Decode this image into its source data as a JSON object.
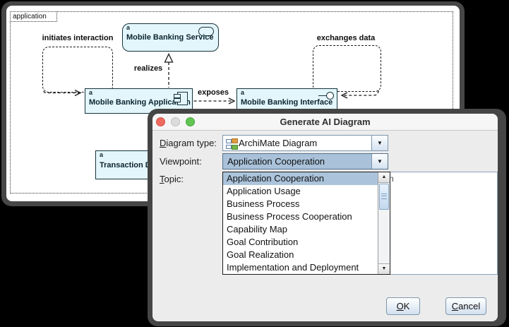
{
  "diagram": {
    "group_label": "application",
    "elements": {
      "service": {
        "marker": "a",
        "name": "Mobile Banking Service"
      },
      "application": {
        "marker": "a",
        "name": "Mobile Banking Application"
      },
      "interface": {
        "marker": "a",
        "name": "Mobile Banking Interface"
      },
      "data_object": {
        "marker": "a",
        "name": "Transaction Data"
      }
    },
    "labels": {
      "initiates": "initiates interaction",
      "realizes": "realizes",
      "exposes": "exposes",
      "exchanges": "exchanges data"
    }
  },
  "dialog": {
    "title": "Generate AI Diagram",
    "diagram_type_label": "Diagram type:",
    "diagram_type_value": "ArchiMate Diagram",
    "viewpoint_label": "Viewpoint:",
    "viewpoint_value": "Application Cooperation",
    "topic_label": "Topic:",
    "topic_fragment": "n",
    "viewpoint_options": [
      "Application Cooperation",
      "Application Usage",
      "Business Process",
      "Business Process Cooperation",
      "Capability Map",
      "Goal Contribution",
      "Goal Realization",
      "Implementation and Deployment"
    ],
    "selected_option": "Application Cooperation",
    "ok_label": "OK",
    "cancel_label": "Cancel"
  },
  "colors": {
    "element_fill": "#e3f6fb",
    "element_border": "#16323c",
    "selection": "#abc4dc",
    "traffic_red": "#ee6a5f",
    "traffic_gray": "#dcdcdc",
    "traffic_green": "#62c554",
    "icon_orange": "#e09c3f",
    "icon_green": "#74b64a"
  }
}
